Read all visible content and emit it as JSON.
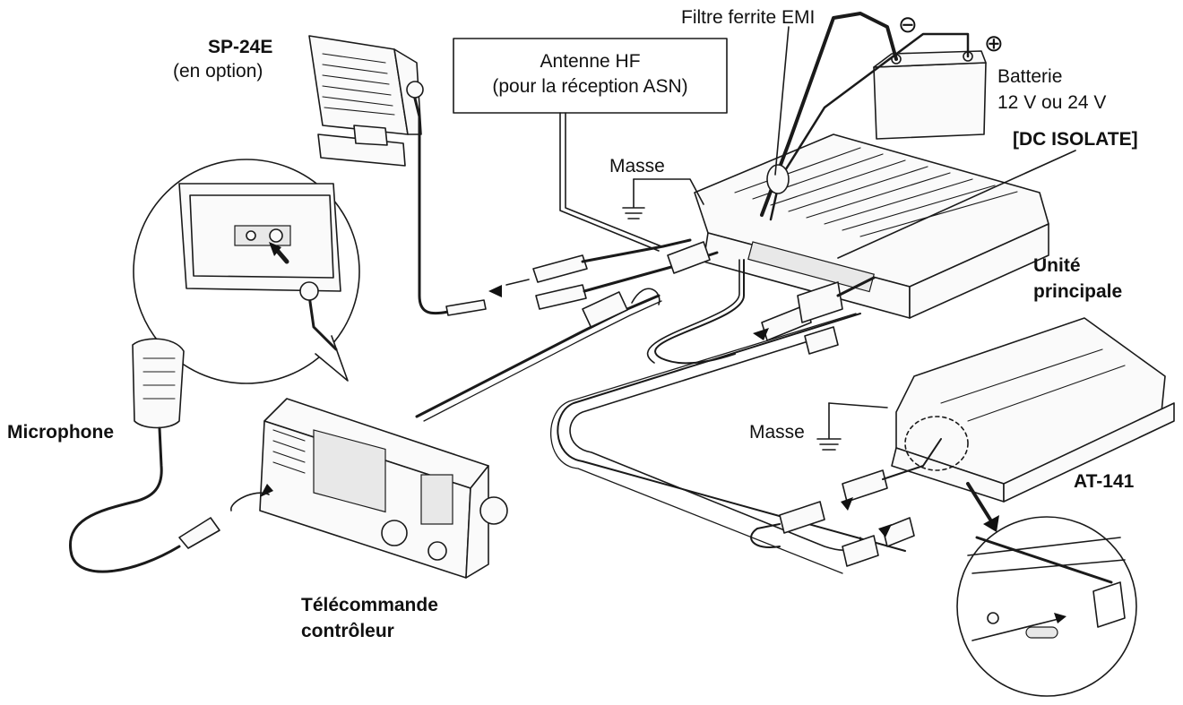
{
  "labels": {
    "sp24e_name": "SP-24E",
    "sp24e_note": "(en option)",
    "antenna_line1": "Antenne HF",
    "antenna_line2": "(pour la réception ASN)",
    "ferrite": "Filtre ferrite EMI",
    "minus": "⊖",
    "plus": "⊕",
    "battery_line1": "Batterie",
    "battery_line2": "12 V ou 24 V",
    "dc_isolate": "[DC ISOLATE]",
    "ground_main": "Masse",
    "main_unit_line1": "Unité",
    "main_unit_line2": "principale",
    "microphone": "Microphone",
    "ground_tuner": "Masse",
    "tuner": "AT-141",
    "remote_line1": "Télécommande",
    "remote_line2": "contrôleur"
  }
}
